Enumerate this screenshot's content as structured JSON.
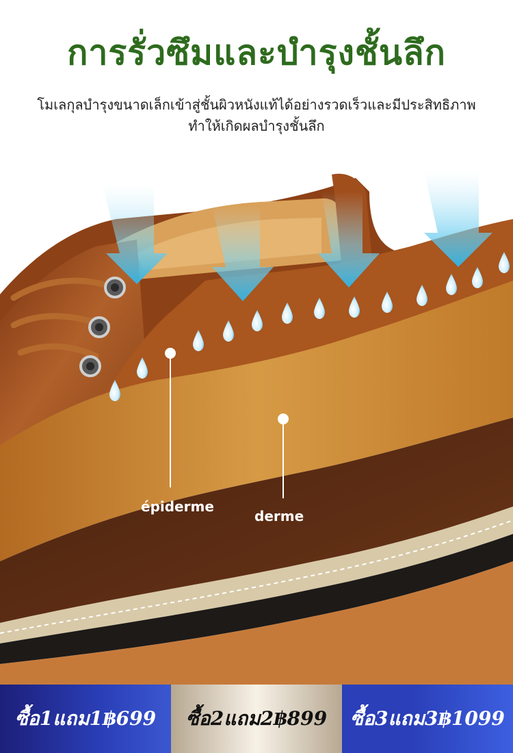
{
  "header": {
    "title": "การรั่วซึมและบำรุงชั้นลึก",
    "subtitle_line1": "โมเลกุลบำรุงขนาดเล็กเข้าสู่ชั้นผิวหนังแท้ได้อย่างรวดเร็วและมีประสิทธิภาพ",
    "subtitle_line2": "ทำให้เกิดผลบำรุงชั้นลึก",
    "title_color": "#2e6b1e"
  },
  "diagram": {
    "label_epidermis": "épiderme",
    "label_dermis": "derme",
    "arrow_icon": "down-arrow-icon",
    "droplet_icon": "water-droplet-icon",
    "colors": {
      "upper_leather": "#a4521e",
      "epidermis": "#c8852f",
      "dermis": "#5a2d14",
      "sole": "#1d1a18",
      "arrow": "#5ac8ee"
    }
  },
  "offers": [
    {
      "label": "ซื้อ1แถม1฿699"
    },
    {
      "label": "ซื้อ2แถม2฿899"
    },
    {
      "label": "ซื้อ3แถม3฿1099"
    }
  ]
}
